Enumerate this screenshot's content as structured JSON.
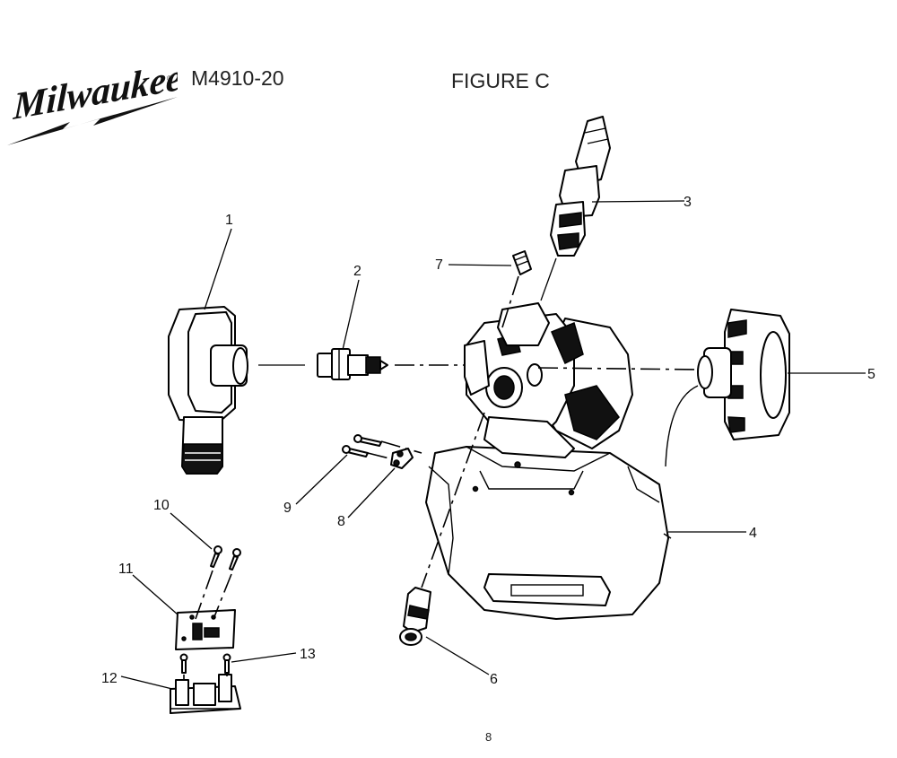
{
  "header": {
    "brand": "Milwaukee",
    "model": "M4910-20",
    "figure_title": "FIGURE C"
  },
  "callouts": [
    "1",
    "2",
    "3",
    "4",
    "5",
    "6",
    "7",
    "8",
    "9",
    "10",
    "11",
    "12",
    "13"
  ],
  "footer": {
    "page_number": "8"
  }
}
